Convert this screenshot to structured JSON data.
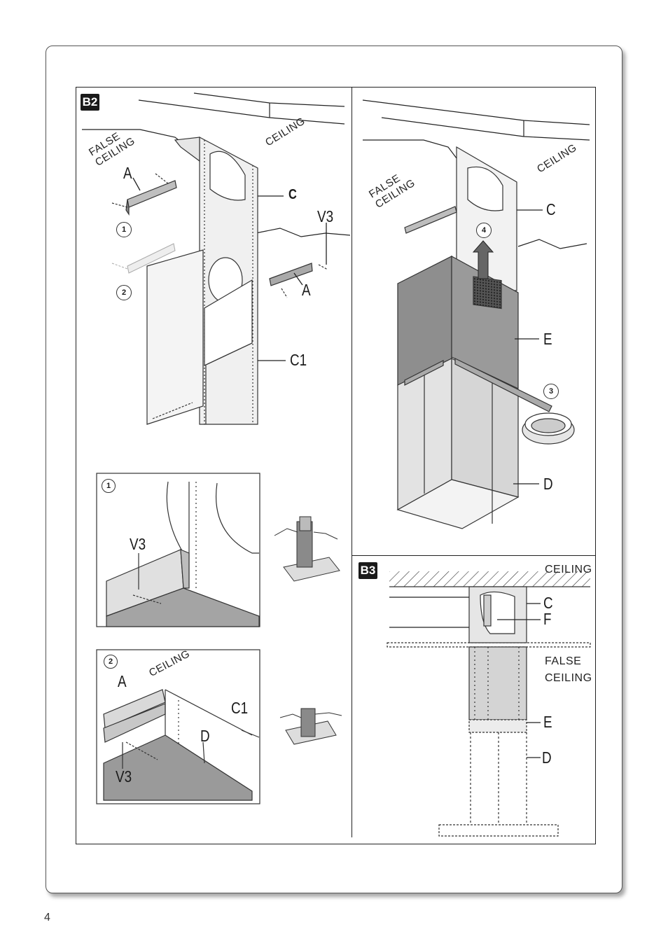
{
  "page_number": "4",
  "sections": {
    "b2": {
      "badge": "B2",
      "ceiling_label": "CEILING",
      "false_ceiling_label": "FALSE\nCEILING",
      "labels": {
        "a_top": "A",
        "c": "C",
        "v3": "V3",
        "a_right": "A",
        "c1": "C1"
      },
      "steps": {
        "one": "1",
        "two": "2"
      },
      "detail_1": {
        "step": "1",
        "v3": "V3"
      },
      "detail_2": {
        "step": "2",
        "ceiling": "CEILING",
        "a": "A",
        "c1": "C1",
        "d": "D",
        "v3": "V3"
      }
    },
    "b2_right": {
      "ceiling_label": "CEILING",
      "false_ceiling_label": "FALSE\nCEILING",
      "labels": {
        "c": "C",
        "e": "E",
        "d": "D"
      },
      "steps": {
        "three": "3",
        "four": "4"
      }
    },
    "b3": {
      "badge": "B3",
      "ceiling_label": "CEILING",
      "false_ceiling_label": "FALSE\nCEILING",
      "labels": {
        "c": "C",
        "f": "F",
        "e": "E",
        "d": "D"
      }
    }
  },
  "colors": {
    "panel_dark": "#8e8e8e",
    "panel_light": "#e2e2e2",
    "panel_mid": "#cfcfcf",
    "ink": "#1a1a1a"
  }
}
